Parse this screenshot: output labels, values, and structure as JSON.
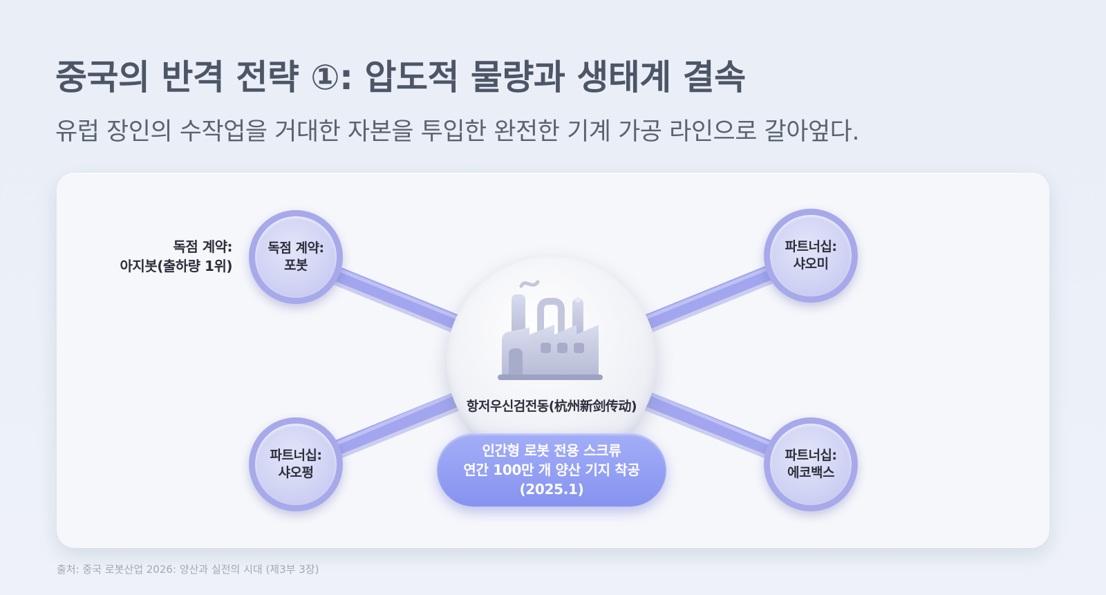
{
  "title": "중국의 반격 전략 ①: 압도적 물량과 생태계 결속",
  "subtitle": "유럽 장인의 수작업을 거대한 자본을 투입한 완전한 기계 가공 라인으로 갈아엎다.",
  "hub": {
    "icon": "factory-icon",
    "name": "항저우신검전동(杭州新剑传动)",
    "milestone": "인간형 로봇 전용 스크류\n연간 100만 개 양산 기지 착공\n(2025.1)"
  },
  "nodes": {
    "top_left": {
      "label": "독점 계약:\n포봇",
      "side_label": "독점 계약:\n아지봇(출하량 1위)"
    },
    "top_right": {
      "label": "파트너십:\n샤오미"
    },
    "bottom_left": {
      "label": "파트너십:\n샤오펑"
    },
    "bottom_right": {
      "label": "파트너십:\n에코백스"
    }
  },
  "source": "출처: 중국 로봇산업 2026: 양산과 실전의 시대 (제3부 3장)",
  "colors": {
    "connector": "#a3a6ee",
    "node_border": "#a7a9ea",
    "pill": "#8f9cf2",
    "title": "#4c5666"
  }
}
